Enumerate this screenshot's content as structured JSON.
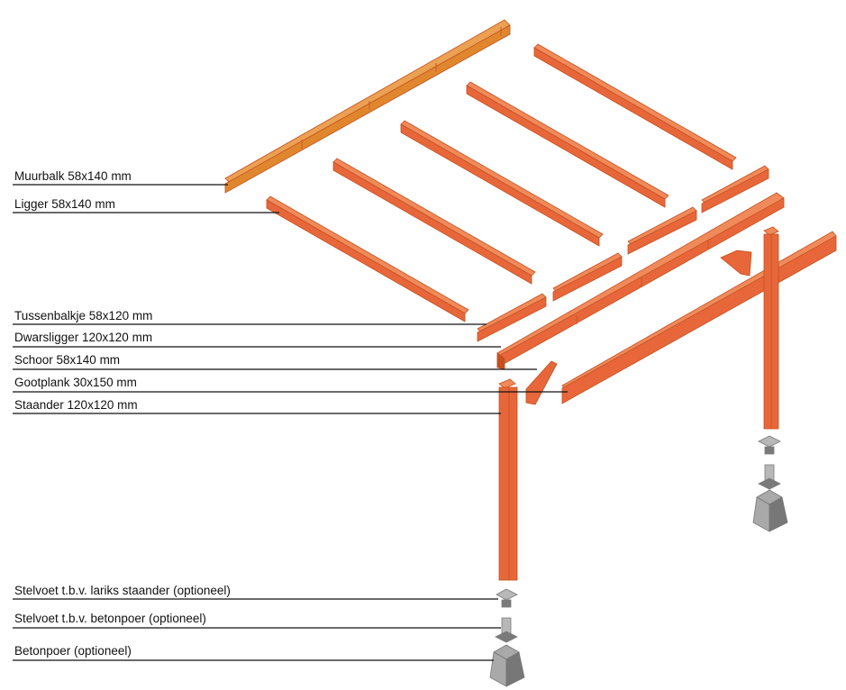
{
  "labels": {
    "muurbalk": "Muurbalk 58x140 mm",
    "ligger": "Ligger 58x140 mm",
    "tussenbalkje": "Tussenbalkje 58x120 mm",
    "dwarsligger": "Dwarsligger 120x120 mm",
    "schoor": "Schoor 58x140 mm",
    "gootplank": "Gootplank 30x150 mm",
    "staander": "Staander 120x120  mm",
    "stelvoet_staander": "Stelvoet t.b.v. lariks staander (optioneel)",
    "stelvoet_betonpoer": "Stelvoet t.b.v. betonpoer (optioneel)",
    "betonpoer": "Betonpoer (optioneel)"
  },
  "colors": {
    "wood_face": "#e8673a",
    "wood_top": "#f08a5a",
    "wood_dark": "#c4501f",
    "wall_beam": "#e0872e",
    "wall_beam_top": "#eba052",
    "metal": "#b8b8b8",
    "metal_dark": "#7a7a7a",
    "concrete": "#a9a9a9",
    "concrete_dark": "#777777",
    "leader_line": "#111111"
  }
}
